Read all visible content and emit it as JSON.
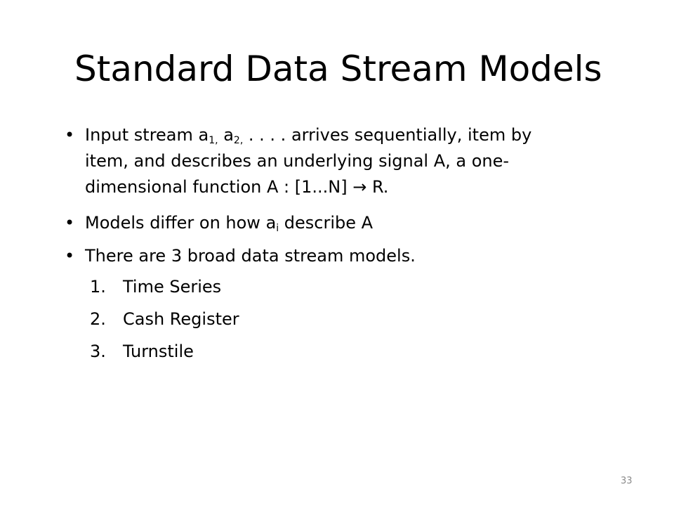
{
  "slide": {
    "title": "Standard Data Stream Models",
    "bullets": [
      {
        "parts": [
          "Input stream a",
          "1,",
          " a",
          "2,",
          " . . . . arrives sequentially, item by item, and describes an underlying signal A, a one-dimensional function A : [1...N] → R."
        ]
      },
      {
        "parts": [
          "Models differ on how a",
          "i",
          " describe A"
        ]
      },
      {
        "text": "There are 3 broad data stream models."
      }
    ],
    "numbered": [
      {
        "num": "1.",
        "text": "Time Series"
      },
      {
        "num": "2.",
        "text": "Cash Register"
      },
      {
        "num": "3.",
        "text": "Turnstile"
      }
    ],
    "page_number": "33"
  }
}
